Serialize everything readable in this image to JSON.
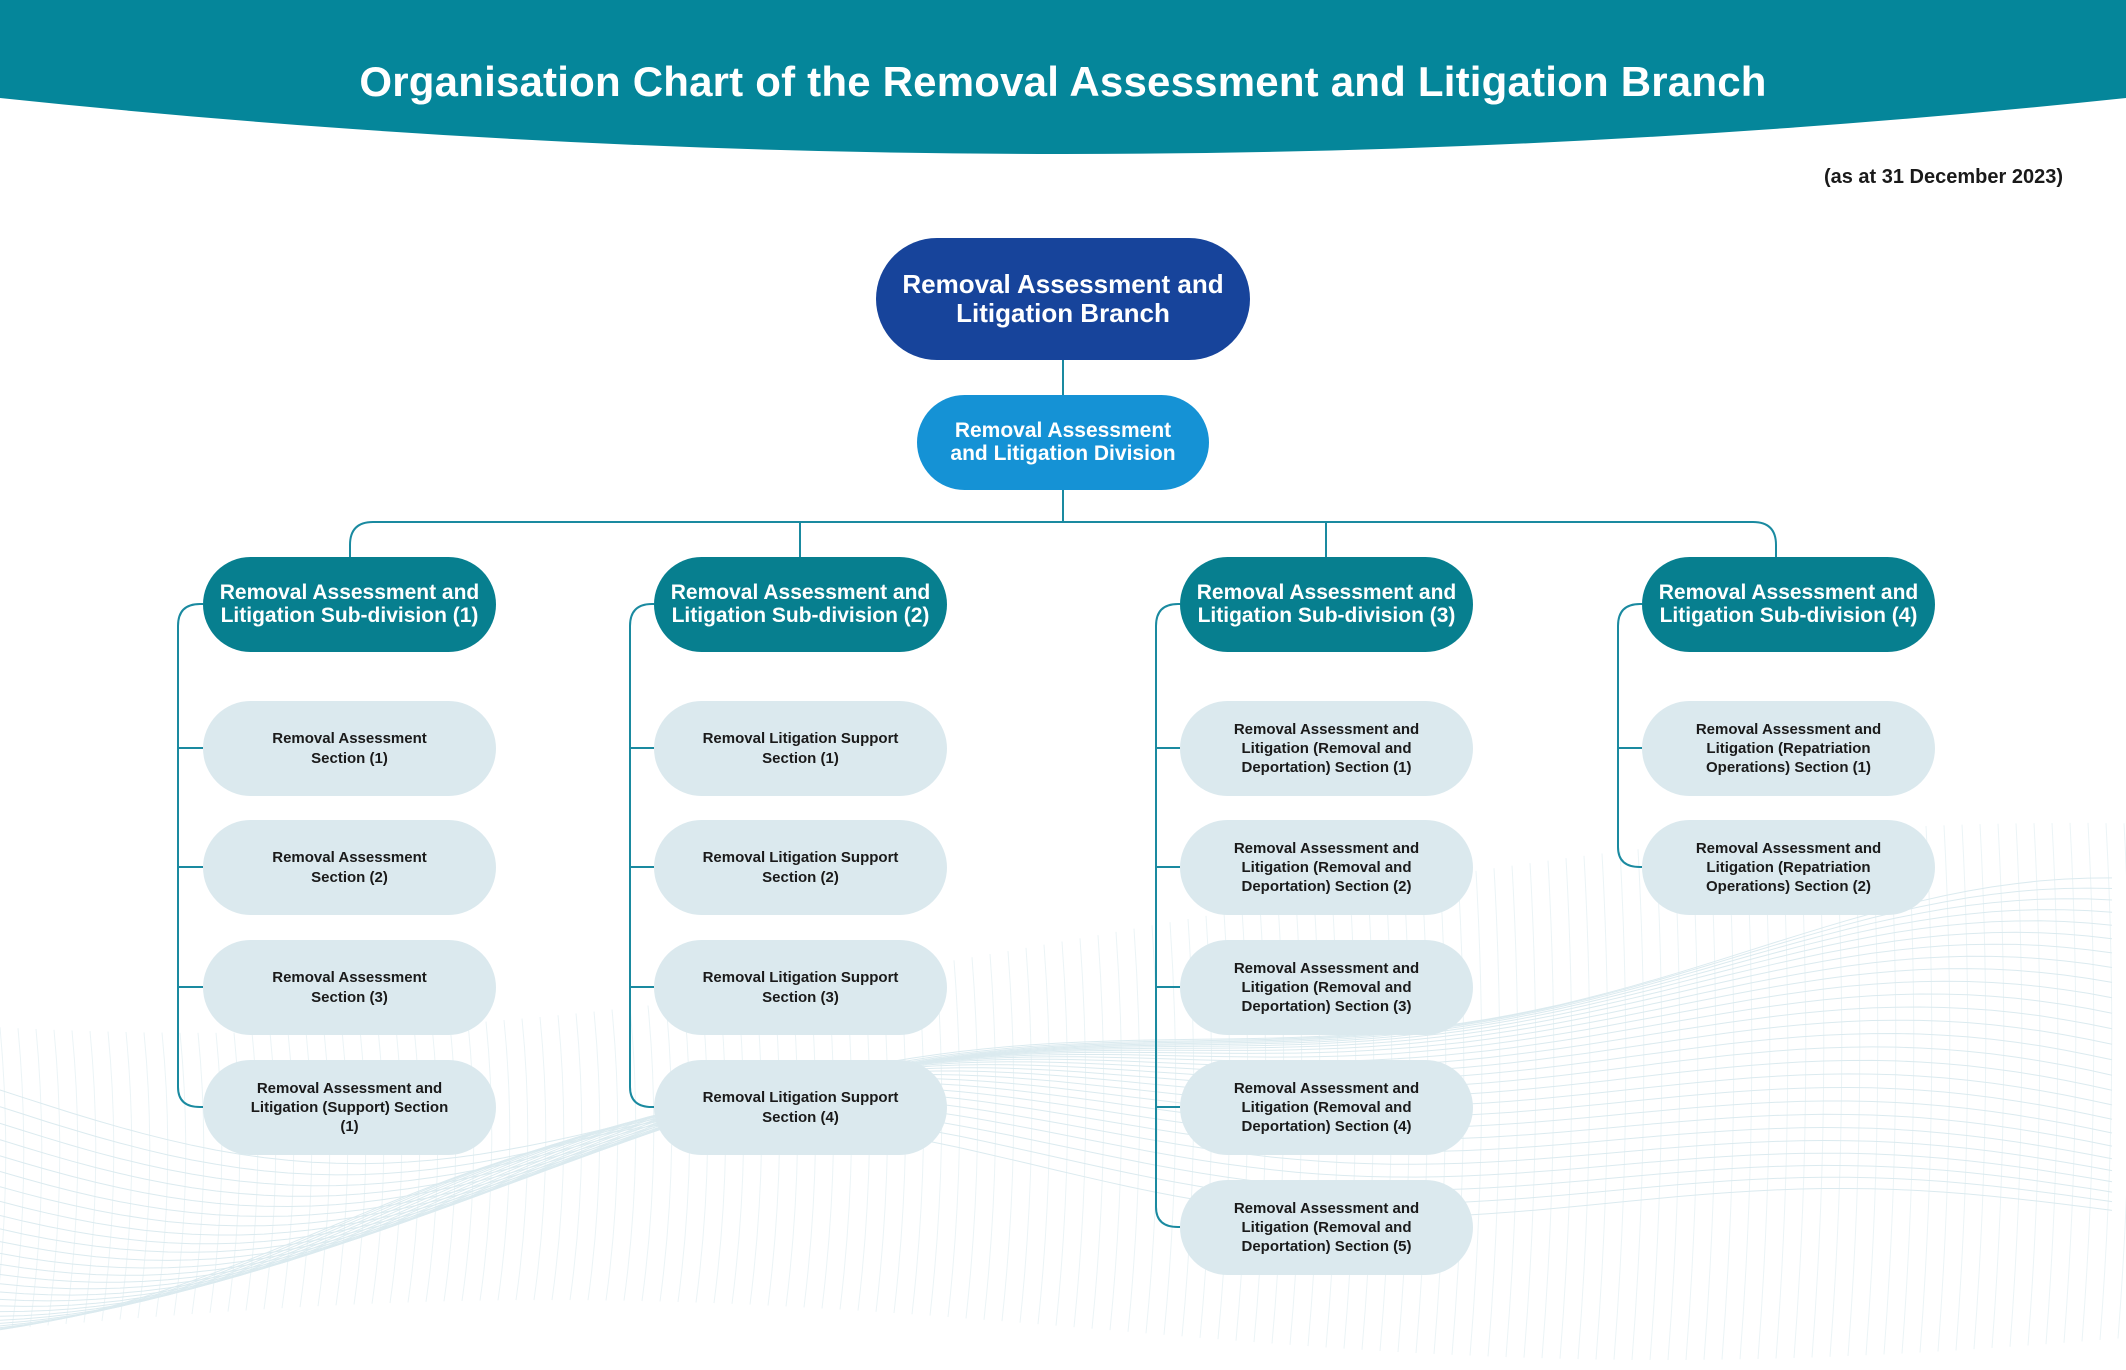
{
  "page": {
    "title": "Organisation Chart of the Removal Assessment and Litigation Branch",
    "as_at": "(as at 31 December 2023)"
  },
  "colors": {
    "header": "#05869a",
    "branch": "#17449b",
    "division": "#1592d5",
    "subdivision": "#077f8f",
    "section": "#dbe9ee",
    "connector": "#1a8aa0"
  },
  "org": {
    "branch": "Removal Assessment and Litigation Branch",
    "division": "Removal Assessment and Litigation Division",
    "subdivisions": [
      {
        "name": "Removal Assessment and Litigation Sub-division (1)",
        "sections": [
          "Removal Assessment Section (1)",
          "Removal Assessment Section (2)",
          "Removal Assessment Section (3)",
          "Removal Assessment and Litigation (Support) Section (1)"
        ]
      },
      {
        "name": "Removal Assessment and Litigation Sub-division (2)",
        "sections": [
          "Removal Litigation Support Section (1)",
          "Removal Litigation Support Section (2)",
          "Removal Litigation Support Section (3)",
          "Removal Litigation Support Section (4)"
        ]
      },
      {
        "name": "Removal Assessment and Litigation Sub-division (3)",
        "sections": [
          "Removal Assessment and Litigation (Removal and Deportation) Section (1)",
          "Removal Assessment and Litigation (Removal and Deportation) Section (2)",
          "Removal Assessment and Litigation (Removal and Deportation) Section (3)",
          "Removal Assessment and Litigation (Removal and Deportation) Section (4)",
          "Removal Assessment and Litigation (Removal and Deportation) Section (5)"
        ]
      },
      {
        "name": "Removal Assessment and Litigation Sub-division (4)",
        "sections": [
          "Removal Assessment and Litigation (Repatriation Operations) Section (1)",
          "Removal Assessment and Litigation (Repatriation Operations) Section (2)"
        ]
      }
    ]
  }
}
